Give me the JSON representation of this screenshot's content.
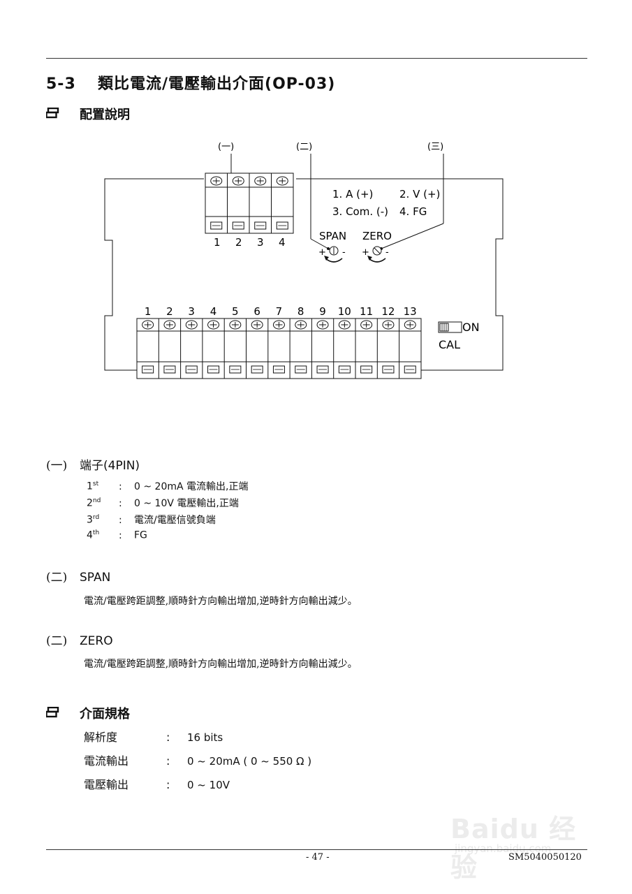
{
  "header": {
    "section_number": "5-3",
    "section_title": "類比電流/電壓輸出介面(OP-03)"
  },
  "config_heading": {
    "icon": "bullet-square-icon",
    "label": "配置說明"
  },
  "diagram": {
    "callouts": [
      "(一)",
      "(二)",
      "(三)"
    ],
    "small_terminal_numbers": [
      "1",
      "2",
      "3",
      "4"
    ],
    "terminal_legend": [
      "1. A (+)",
      "2. V (+)",
      "3. Com. (-)",
      "4. FG"
    ],
    "pot_labels": [
      "SPAN",
      "ZERO"
    ],
    "pot_signs": [
      "+",
      "-"
    ],
    "large_terminal_numbers": [
      "1",
      "2",
      "3",
      "4",
      "5",
      "6",
      "7",
      "8",
      "9",
      "10",
      "11",
      "12",
      "13"
    ],
    "switch_labels": {
      "on": "ON",
      "cal": "CAL"
    }
  },
  "terminal_section": {
    "mark": "(一)",
    "title": "端子(4PIN)",
    "rows": [
      {
        "ord": "1",
        "sup": "st",
        "colon": ":",
        "text": "0 ~ 20mA 電流輸出,正端"
      },
      {
        "ord": "2",
        "sup": "nd",
        "colon": ":",
        "text": "0 ~ 10V 電壓輸出,正端"
      },
      {
        "ord": "3",
        "sup": "rd",
        "colon": ":",
        "text": "電流/電壓信號負端"
      },
      {
        "ord": "4",
        "sup": "th",
        "colon": ":",
        "text": "FG"
      }
    ]
  },
  "span_section": {
    "mark": "(二)",
    "title": "SPAN",
    "desc": "電流/電壓跨距調整,順時針方向輸出增加,逆時針方向輸出減少。"
  },
  "zero_section": {
    "mark": "(二)",
    "title": "ZERO",
    "desc": "電流/電壓跨距調整,順時針方向輸出增加,逆時針方向輸出減少。"
  },
  "spec_heading": {
    "icon": "bullet-square-icon",
    "label": "介面規格"
  },
  "specs": [
    {
      "key": "解析度",
      "colon": ":",
      "value": "16 bits"
    },
    {
      "key": "電流輸出",
      "colon": ":",
      "value": "0 ~ 20mA ( 0 ~ 550 Ω )"
    },
    {
      "key": "電壓輸出",
      "colon": ":",
      "value": "0 ~ 10V"
    }
  ],
  "footer": {
    "page": "- 47 -",
    "doc_code": "SM5040050120"
  },
  "watermark": {
    "brand": "Baidu 经验",
    "site": "jingyan.baidu.com"
  }
}
